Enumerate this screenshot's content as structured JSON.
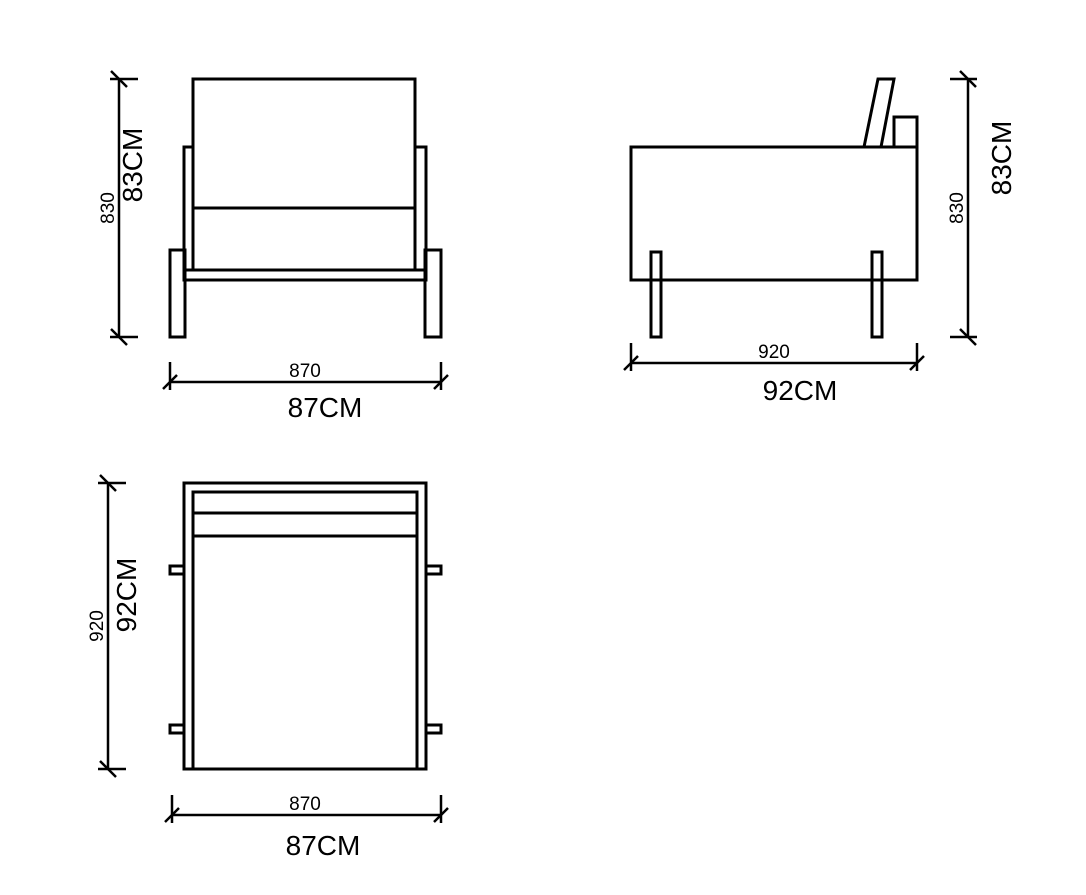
{
  "front_view": {
    "height_mm": "830",
    "height_cm": "83CM",
    "width_mm": "870",
    "width_cm": "87CM"
  },
  "side_view": {
    "height_mm": "830",
    "height_cm": "83CM",
    "depth_mm": "920",
    "depth_cm": "92CM"
  },
  "top_view": {
    "depth_mm": "920",
    "depth_cm": "92CM",
    "width_mm": "870",
    "width_cm": "87CM"
  }
}
